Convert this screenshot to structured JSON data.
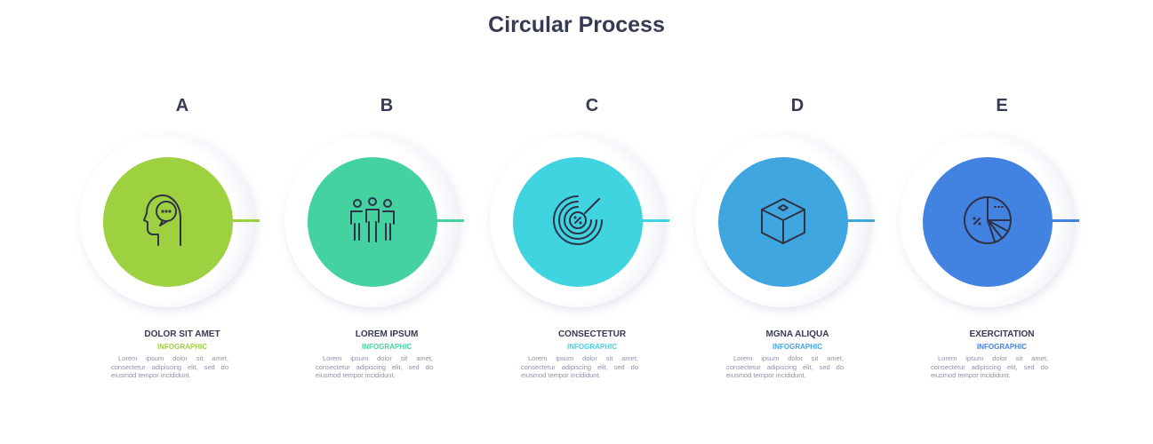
{
  "title": "Circular Process",
  "steps": [
    {
      "letter": "A",
      "name": "DOLOR SIT AMET",
      "sub": "INFOGRAPHIC",
      "body": "Lorem ipsum dolor sit amet, consectetur adipiscing elit, sed do eiusmod tempor incididunt.",
      "color": "#9dd13f",
      "icon": "head-thought-icon"
    },
    {
      "letter": "B",
      "name": "LOREM IPSUM",
      "sub": "INFOGRAPHIC",
      "body": "Lorem ipsum dolor sit amet, consectetur adipiscing elit, sed do eiusmod tempor incididunt.",
      "color": "#43d2a0",
      "icon": "team-icon"
    },
    {
      "letter": "C",
      "name": "CONSECTETUR",
      "sub": "INFOGRAPHIC",
      "body": "Lorem ipsum dolor sit amet, consectetur adipiscing elit, sed do eiusmod tempor incididunt.",
      "color": "#3fd4e0",
      "icon": "percent-disc-icon"
    },
    {
      "letter": "D",
      "name": "MGNA ALIQUA",
      "sub": "INFOGRAPHIC",
      "body": "Lorem ipsum dolor sit amet, consectetur adipiscing elit, sed do eiusmod tempor incididunt.",
      "color": "#40a6e0",
      "icon": "cube-icon"
    },
    {
      "letter": "E",
      "name": "EXERCITATION",
      "sub": "INFOGRAPHIC",
      "body": "Lorem ipsum dolor sit amet, consectetur adipiscing elit, sed do eiusmod tempor incididunt.",
      "color": "#4282e0",
      "icon": "pie-chart-icon"
    }
  ]
}
